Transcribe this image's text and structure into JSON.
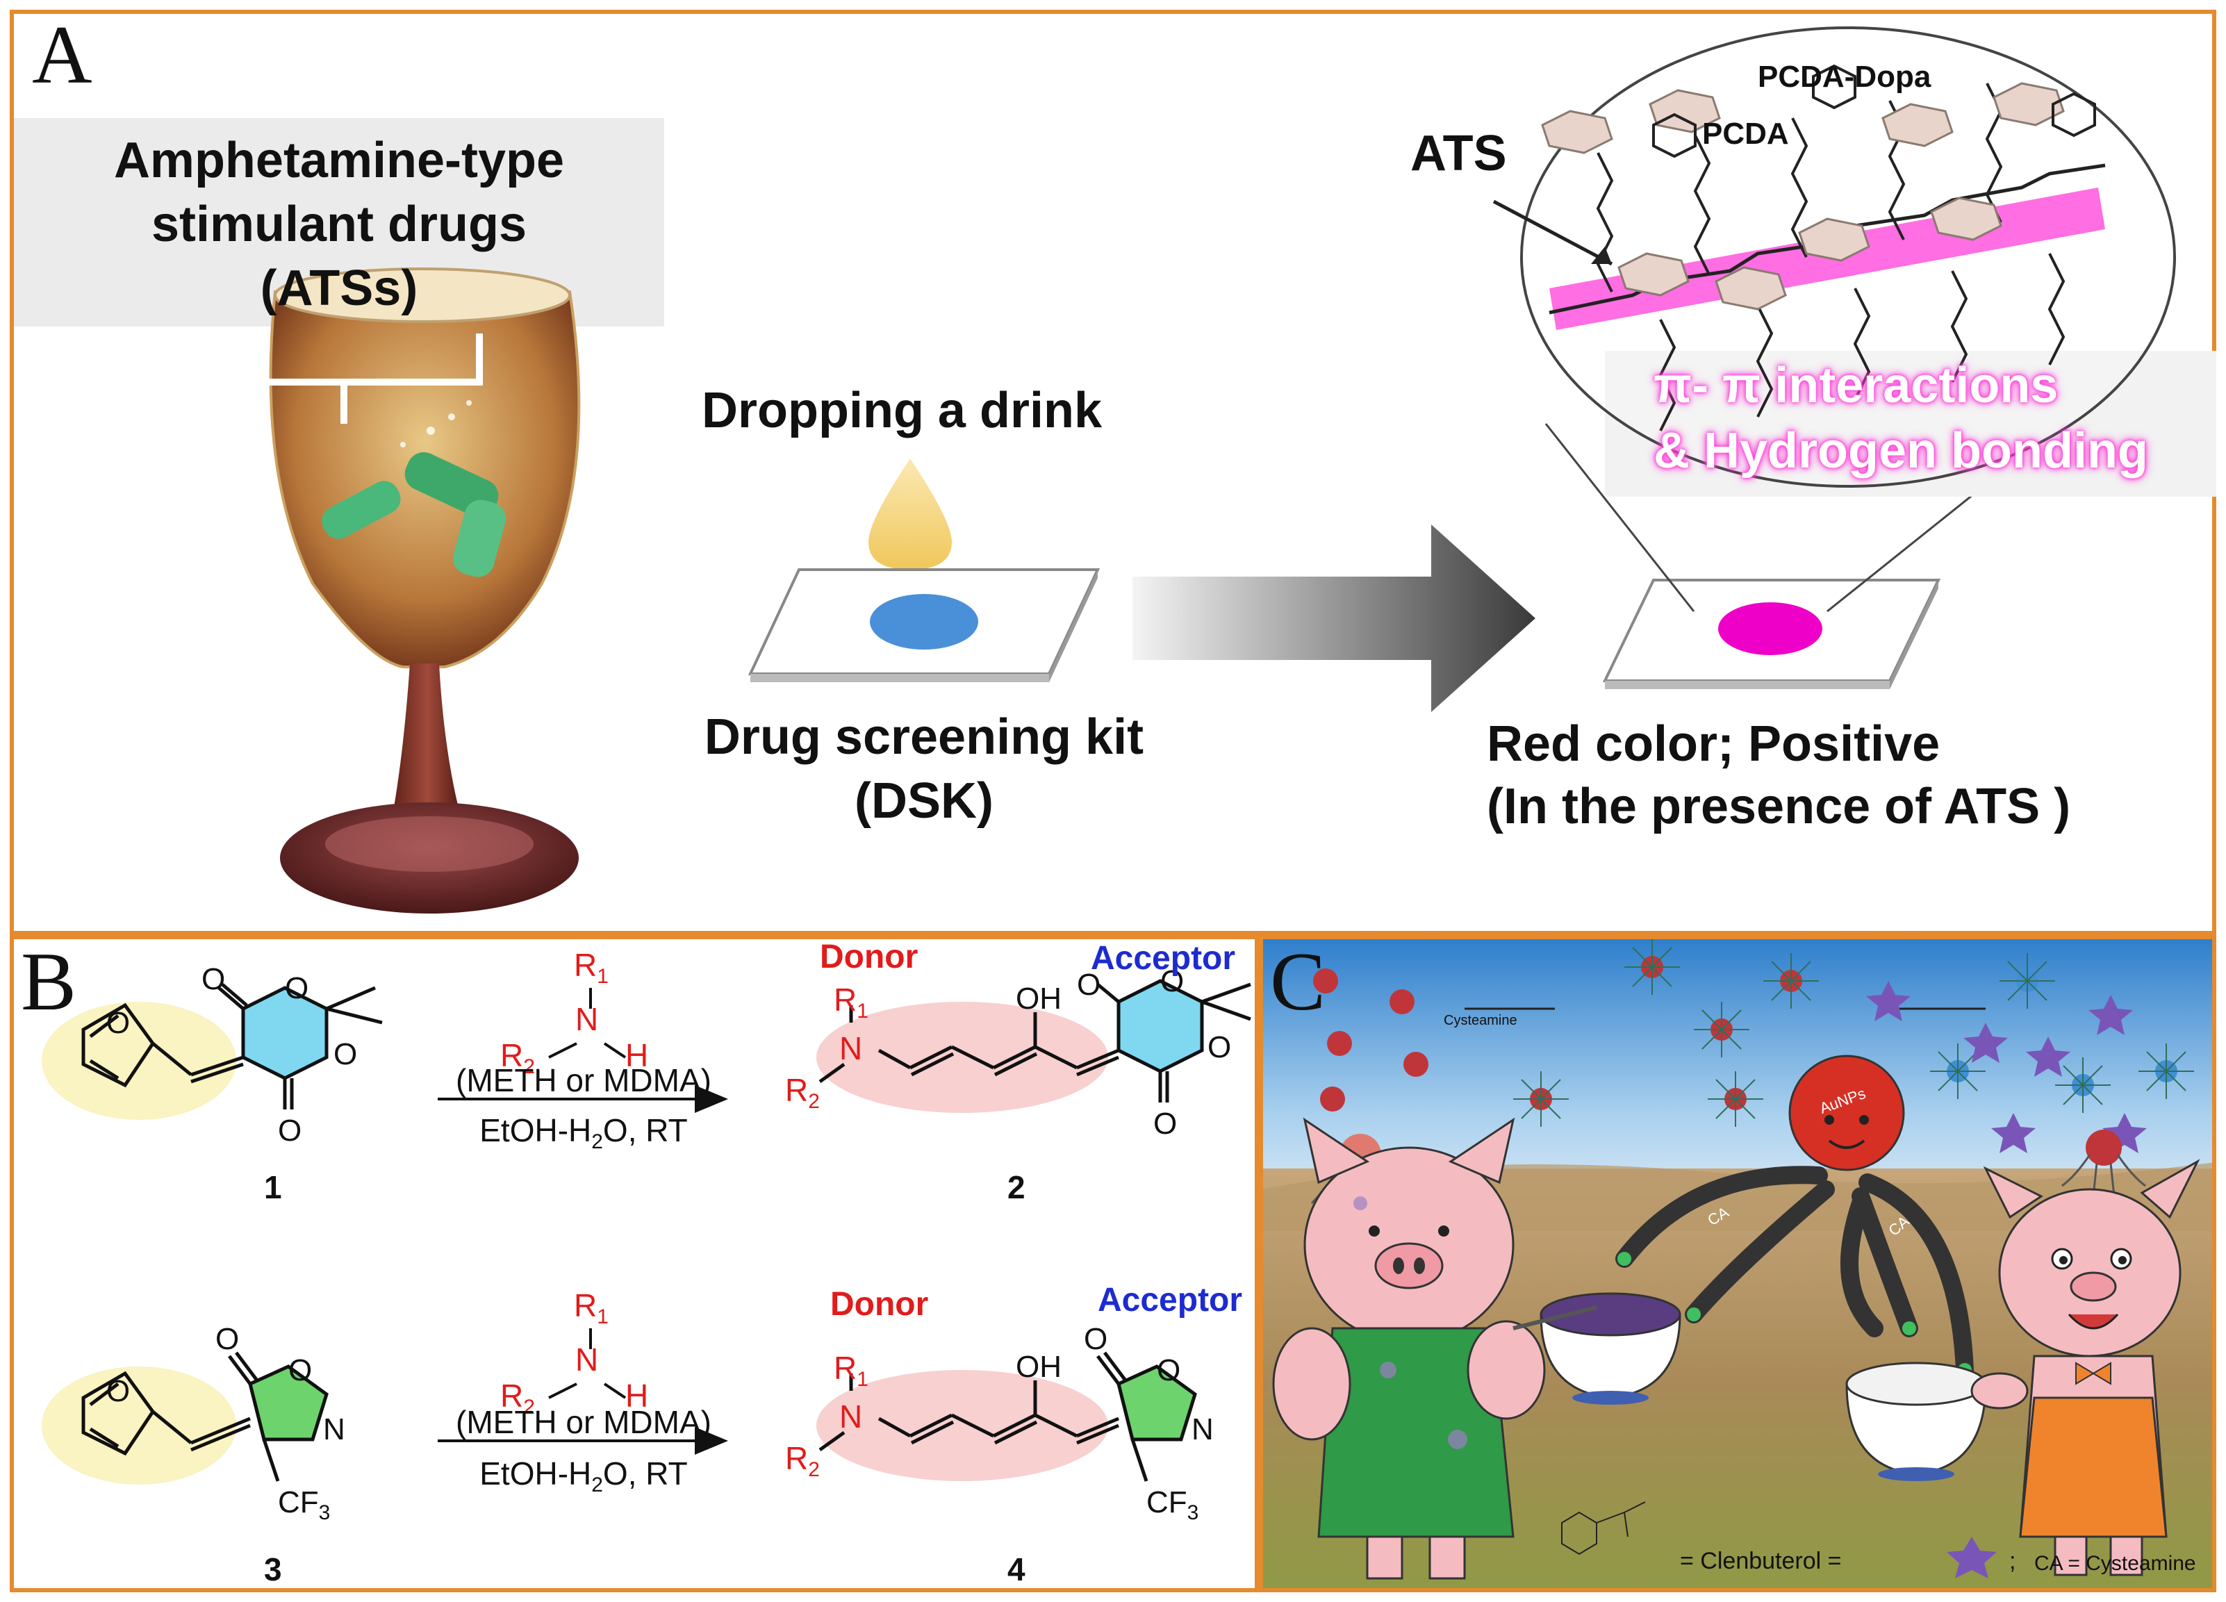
{
  "panel_a": {
    "label": "A",
    "drug_title_line1": "Amphetamine-type",
    "drug_title_line2": "stimulant drugs",
    "drug_title_line3": "(ATSs)",
    "drop_label": "Dropping a drink",
    "kit_line1": "Drug screening kit",
    "kit_line2": "(DSK)",
    "result_line1": "Red color; Positive",
    "result_line2": "(In the presence of ATS )",
    "ats_label": "ATS",
    "pcda_dopa_label": "PCDA-Dopa",
    "pcda_label": "PCDA",
    "interaction_line1": "π- π interactions",
    "interaction_line2": "& Hydrogen bonding",
    "colors": {
      "kit_spot": "#4a90d9",
      "positive_spot": "#ee00c8",
      "backbone": "#ff55dd",
      "drop": "#f2cc66"
    }
  },
  "panel_b": {
    "label": "B",
    "reactions": [
      {
        "reactant_number": "1",
        "product_number": "2",
        "reagent_top": "(METH or MDMA)",
        "reagent_bottom": "EtOH-H2O, RT",
        "donor": "Donor",
        "acceptor": "Acceptor"
      },
      {
        "reactant_number": "3",
        "product_number": "4",
        "reagent_top": "(METH or MDMA)",
        "reagent_bottom": "EtOH-H2O, RT",
        "donor": "Donor",
        "acceptor": "Acceptor"
      }
    ],
    "atoms": {
      "O": "O",
      "N": "N",
      "H": "H",
      "OH": "OH",
      "R1": "R1",
      "R2": "R2",
      "CF3": "CF3"
    },
    "colors": {
      "furan_highlight": "#faf3c2",
      "dione": "#7fd8f0",
      "isoxazolone": "#6dd36d",
      "donor_acceptor": "#f8d0d0"
    }
  },
  "panel_c": {
    "label": "C",
    "cysteamine_label": "Cysteamine",
    "aunps_label": "AuNPs",
    "ca_label": "CA",
    "legend_clenbuterol": "= Clenbuterol =",
    "legend_sep": ";",
    "legend_ca": "CA = Cysteamine",
    "colors": {
      "sky": "#3f8fd6",
      "field": "#a7895a",
      "octopus_head": "#d63024",
      "pig": "#f4bcc1",
      "overalls_green": "#2f9a47",
      "overalls_orange": "#f0842c",
      "clenbuterol": "#7a55b8"
    }
  }
}
